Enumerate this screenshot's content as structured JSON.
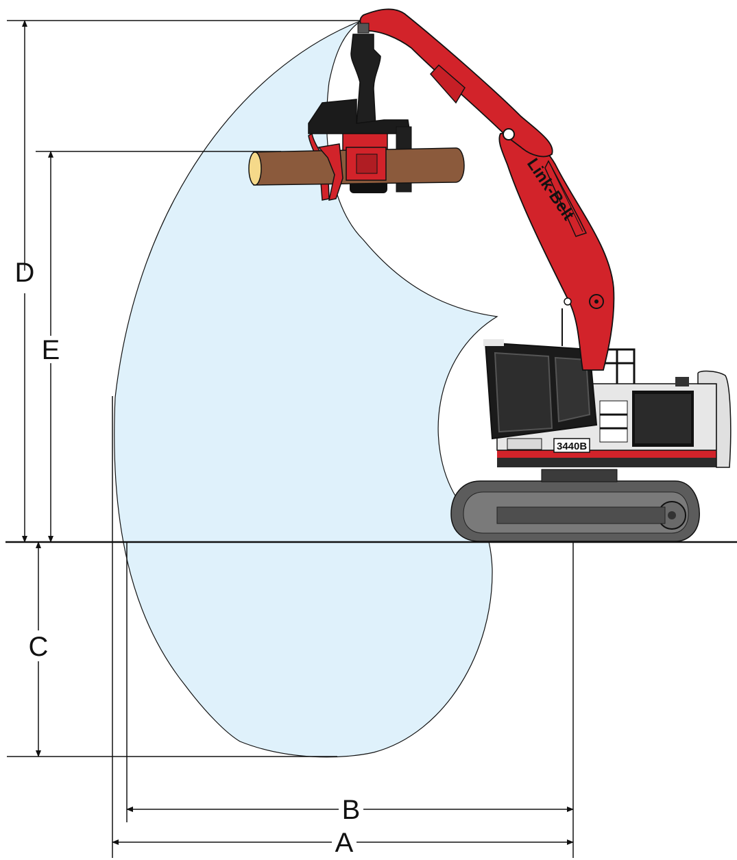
{
  "dimensions": {
    "A": "A",
    "B": "B",
    "C": "C",
    "D": "D",
    "E": "E"
  },
  "machine": {
    "brand": "Link-Belt",
    "model": "3440B"
  },
  "colors": {
    "boom_red": "#d2232a",
    "reach_envelope": "#dff1fb",
    "track_gray": "#6e6e6e",
    "log_brown": "#8b5a3c"
  }
}
